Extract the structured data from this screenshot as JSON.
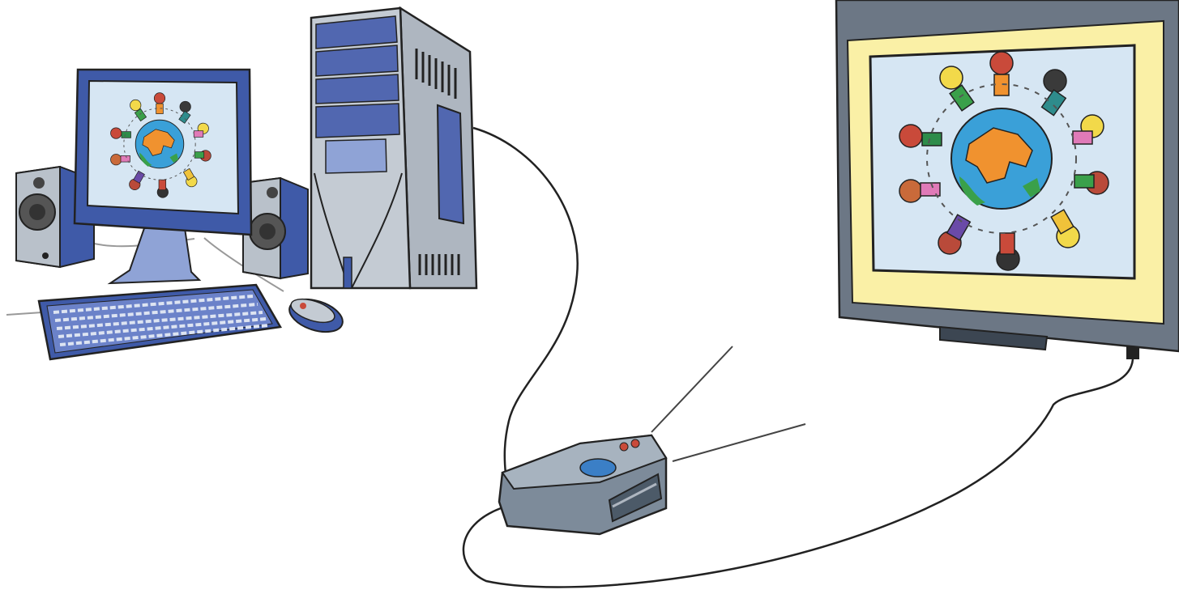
{
  "scene": {
    "description_colors": {
      "monitor_frame": "#3f5aa8",
      "screen_bg": "#d6e6f3",
      "case_body": "#c4cbd3",
      "case_panel": "#5167b0",
      "speaker": "#b9c1ca",
      "keyboard": "#3f5aa8",
      "board_frame": "#6c7785",
      "board_inner": "#faf0a6",
      "board_screen": "#d6e6f3",
      "projector": "#7d8b9a",
      "projector_button": "#3b7fc6",
      "globe_ocean": "#3aa0d8",
      "globe_land": "#f0922f",
      "cable": "#222222"
    },
    "items": [
      {
        "name": "monitor",
        "icon": "monitor-icon"
      },
      {
        "name": "system-unit",
        "icon": "pc-tower-icon"
      },
      {
        "name": "speaker-left",
        "icon": "speaker-icon"
      },
      {
        "name": "speaker-right",
        "icon": "speaker-icon"
      },
      {
        "name": "keyboard",
        "icon": "keyboard-icon"
      },
      {
        "name": "mouse",
        "icon": "mouse-icon"
      },
      {
        "name": "projector",
        "icon": "projector-icon"
      },
      {
        "name": "interactive-whiteboard",
        "icon": "whiteboard-icon"
      },
      {
        "name": "projected-picture",
        "icon": "children-around-globe-icon"
      }
    ]
  }
}
